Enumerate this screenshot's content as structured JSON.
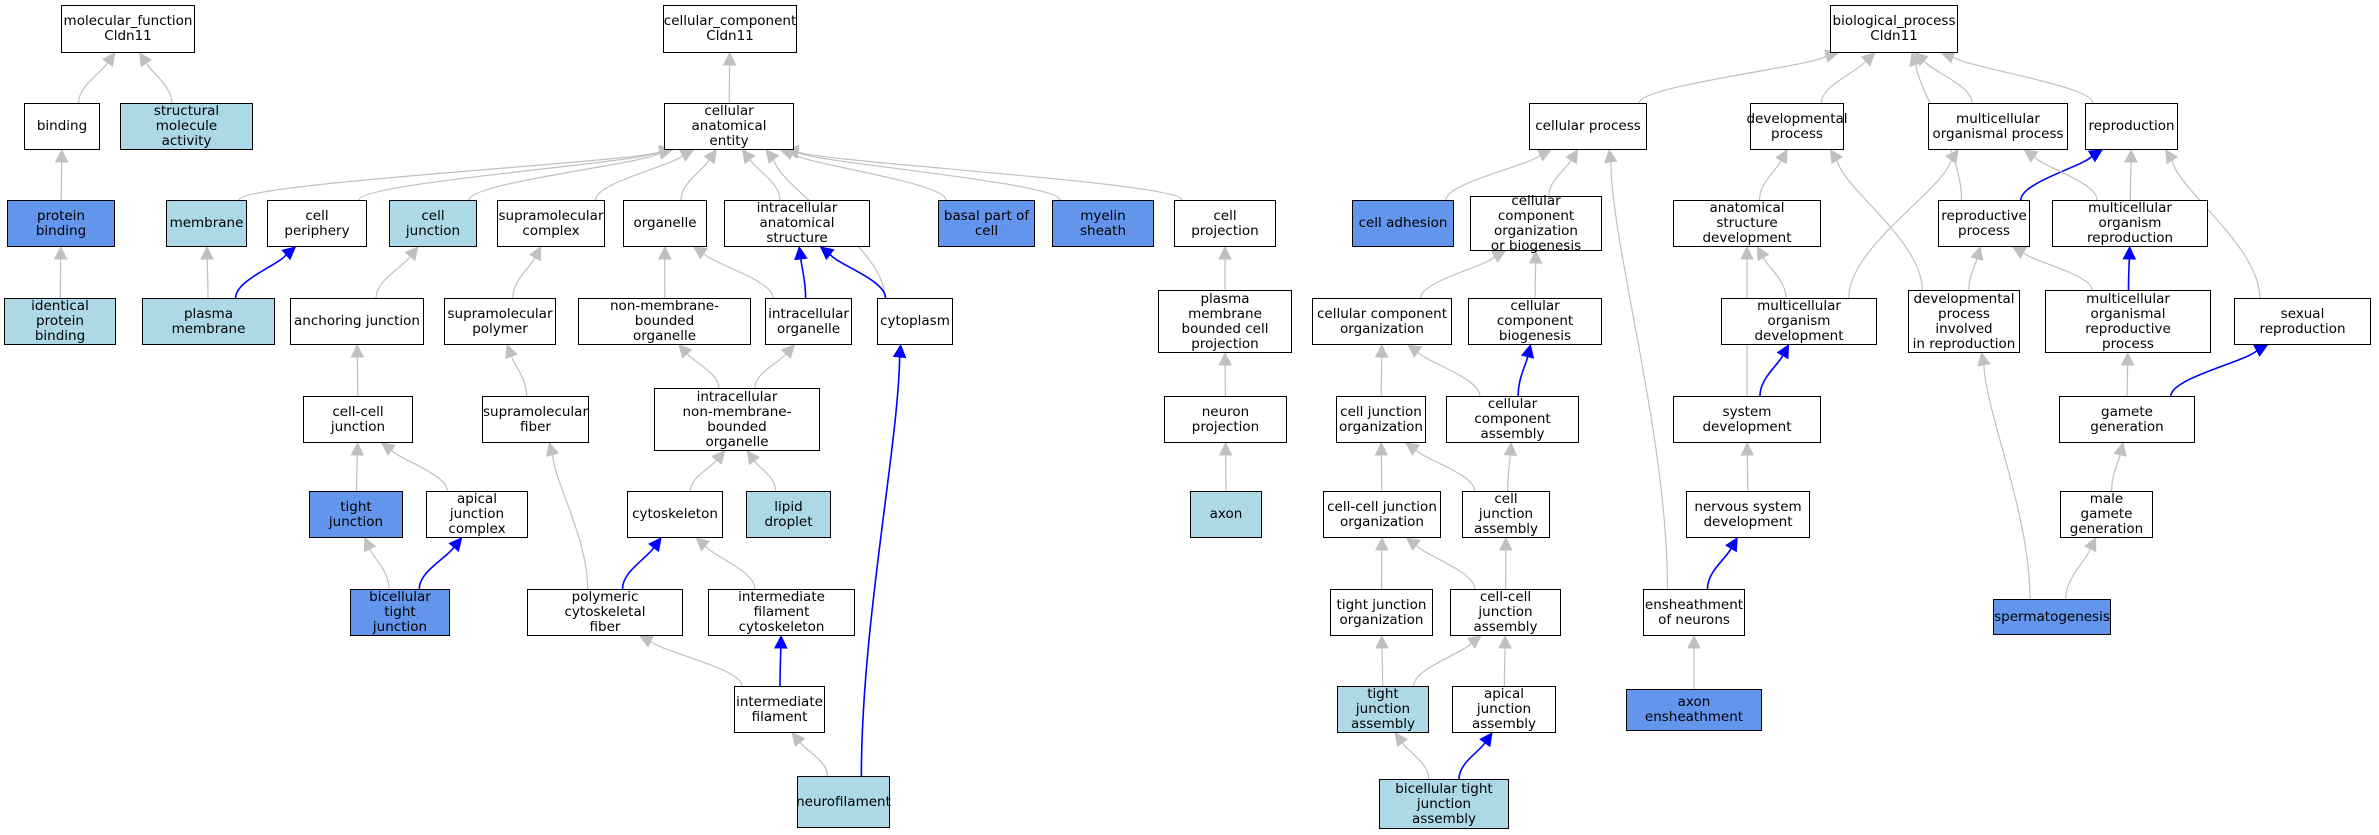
{
  "colors": {
    "background": "#ffffff",
    "node_border": "#000000",
    "fill_white": "#ffffff",
    "fill_light": "#add8e6",
    "fill_medium": "#6495ed",
    "edge_gray": "#c0c0c0",
    "edge_blue": "#0000ff"
  },
  "nodes": {
    "mf_root": {
      "label": "molecular_function\nCldn11",
      "fill": "white"
    },
    "binding": {
      "label": "binding",
      "fill": "white"
    },
    "structural_molecule_activity": {
      "label": "structural molecule\nactivity",
      "fill": "light"
    },
    "protein_binding": {
      "label": "protein binding",
      "fill": "medium"
    },
    "identical_protein_binding": {
      "label": "identical protein\nbinding",
      "fill": "light"
    },
    "cc_root": {
      "label": "cellular_component\nCldn11",
      "fill": "white"
    },
    "cellular_anatomical_entity": {
      "label": "cellular anatomical\nentity",
      "fill": "white"
    },
    "membrane": {
      "label": "membrane",
      "fill": "light"
    },
    "cell_periphery": {
      "label": "cell periphery",
      "fill": "white"
    },
    "cell_junction": {
      "label": "cell junction",
      "fill": "light"
    },
    "supramolecular_complex": {
      "label": "supramolecular\ncomplex",
      "fill": "white"
    },
    "organelle": {
      "label": "organelle",
      "fill": "white"
    },
    "intracellular_anatomical_structure": {
      "label": "intracellular\nanatomical structure",
      "fill": "white"
    },
    "basal_part_of_cell": {
      "label": "basal part of\ncell",
      "fill": "medium"
    },
    "myelin_sheath": {
      "label": "myelin sheath",
      "fill": "medium"
    },
    "cell_projection": {
      "label": "cell projection",
      "fill": "white"
    },
    "plasma_membrane": {
      "label": "plasma membrane",
      "fill": "light"
    },
    "anchoring_junction": {
      "label": "anchoring junction",
      "fill": "white"
    },
    "supramolecular_polymer": {
      "label": "supramolecular\npolymer",
      "fill": "white"
    },
    "non_membrane_bounded_organelle": {
      "label": "non-membrane-bounded\norganelle",
      "fill": "white"
    },
    "intracellular_organelle": {
      "label": "intracellular\norganelle",
      "fill": "white"
    },
    "cytoplasm": {
      "label": "cytoplasm",
      "fill": "white"
    },
    "plasma_membrane_bounded_cell_projection": {
      "label": "plasma membrane\nbounded cell\nprojection",
      "fill": "white"
    },
    "cell_cell_junction": {
      "label": "cell-cell junction",
      "fill": "white"
    },
    "supramolecular_fiber": {
      "label": "supramolecular\nfiber",
      "fill": "white"
    },
    "intracellular_nmb_organelle": {
      "label": "intracellular\nnon-membrane-bounded\norganelle",
      "fill": "white"
    },
    "neuron_projection": {
      "label": "neuron projection",
      "fill": "white"
    },
    "tight_junction": {
      "label": "tight junction",
      "fill": "medium"
    },
    "apical_junction_complex": {
      "label": "apical junction\ncomplex",
      "fill": "white"
    },
    "cytoskeleton": {
      "label": "cytoskeleton",
      "fill": "white"
    },
    "lipid_droplet": {
      "label": "lipid droplet",
      "fill": "light"
    },
    "axon": {
      "label": "axon",
      "fill": "light"
    },
    "bicellular_tight_junction": {
      "label": "bicellular tight\njunction",
      "fill": "medium"
    },
    "polymeric_cytoskeletal_fiber": {
      "label": "polymeric cytoskeletal\nfiber",
      "fill": "white"
    },
    "intermediate_filament_cytoskeleton": {
      "label": "intermediate\nfilament cytoskeleton",
      "fill": "white"
    },
    "intermediate_filament": {
      "label": "intermediate\nfilament",
      "fill": "white"
    },
    "neurofilament": {
      "label": "neurofilament",
      "fill": "light"
    },
    "bp_root": {
      "label": "biological_process\nCldn11",
      "fill": "white"
    },
    "cellular_process": {
      "label": "cellular process",
      "fill": "white"
    },
    "developmental_process": {
      "label": "developmental\nprocess",
      "fill": "white"
    },
    "multicellular_organismal_process": {
      "label": "multicellular\norganismal process",
      "fill": "white"
    },
    "reproduction": {
      "label": "reproduction",
      "fill": "white"
    },
    "cell_adhesion": {
      "label": "cell adhesion",
      "fill": "medium"
    },
    "ccob": {
      "label": "cellular component\norganization\nor biogenesis",
      "fill": "white"
    },
    "anatomical_structure_development": {
      "label": "anatomical structure\ndevelopment",
      "fill": "white"
    },
    "reproductive_process": {
      "label": "reproductive\nprocess",
      "fill": "white"
    },
    "multicellular_organism_reproduction": {
      "label": "multicellular\norganism reproduction",
      "fill": "white"
    },
    "cellular_component_organization": {
      "label": "cellular component\norganization",
      "fill": "white"
    },
    "cellular_component_biogenesis": {
      "label": "cellular component\nbiogenesis",
      "fill": "white"
    },
    "multicellular_organism_development": {
      "label": "multicellular\norganism development",
      "fill": "white"
    },
    "developmental_process_in_reproduction": {
      "label": "developmental\nprocess involved\nin reproduction",
      "fill": "white"
    },
    "multicellular_organismal_reproductive_process": {
      "label": "multicellular\norganismal reproductive\nprocess",
      "fill": "white"
    },
    "sexual_reproduction": {
      "label": "sexual reproduction",
      "fill": "white"
    },
    "cell_junction_organization": {
      "label": "cell junction\norganization",
      "fill": "white"
    },
    "cellular_component_assembly": {
      "label": "cellular component\nassembly",
      "fill": "white"
    },
    "system_development": {
      "label": "system development",
      "fill": "white"
    },
    "gamete_generation": {
      "label": "gamete generation",
      "fill": "white"
    },
    "cell_cell_junction_organization": {
      "label": "cell-cell junction\norganization",
      "fill": "white"
    },
    "cell_junction_assembly": {
      "label": "cell junction\nassembly",
      "fill": "white"
    },
    "nervous_system_development": {
      "label": "nervous system\ndevelopment",
      "fill": "white"
    },
    "male_gamete_generation": {
      "label": "male gamete\ngeneration",
      "fill": "white"
    },
    "tight_junction_organization": {
      "label": "tight junction\norganization",
      "fill": "white"
    },
    "cell_cell_junction_assembly": {
      "label": "cell-cell junction\nassembly",
      "fill": "white"
    },
    "ensheathment_of_neurons": {
      "label": "ensheathment\nof neurons",
      "fill": "white"
    },
    "spermatogenesis": {
      "label": "spermatogenesis",
      "fill": "medium"
    },
    "tight_junction_assembly": {
      "label": "tight junction\nassembly",
      "fill": "light"
    },
    "apical_junction_assembly": {
      "label": "apical junction\nassembly",
      "fill": "white"
    },
    "axon_ensheathment": {
      "label": "axon ensheathment",
      "fill": "medium"
    },
    "bicellular_tight_junction_assembly": {
      "label": "bicellular tight\njunction assembly",
      "fill": "light"
    }
  },
  "edges": [
    {
      "from": "binding",
      "to": "mf_root",
      "color": "gray"
    },
    {
      "from": "structural_molecule_activity",
      "to": "mf_root",
      "color": "gray"
    },
    {
      "from": "protein_binding",
      "to": "binding",
      "color": "gray"
    },
    {
      "from": "identical_protein_binding",
      "to": "protein_binding",
      "color": "gray"
    },
    {
      "from": "cellular_anatomical_entity",
      "to": "cc_root",
      "color": "gray"
    },
    {
      "from": "membrane",
      "to": "cellular_anatomical_entity",
      "color": "gray"
    },
    {
      "from": "cell_periphery",
      "to": "cellular_anatomical_entity",
      "color": "gray"
    },
    {
      "from": "cell_junction",
      "to": "cellular_anatomical_entity",
      "color": "gray"
    },
    {
      "from": "supramolecular_complex",
      "to": "cellular_anatomical_entity",
      "color": "gray"
    },
    {
      "from": "organelle",
      "to": "cellular_anatomical_entity",
      "color": "gray"
    },
    {
      "from": "intracellular_anatomical_structure",
      "to": "cellular_anatomical_entity",
      "color": "gray"
    },
    {
      "from": "basal_part_of_cell",
      "to": "cellular_anatomical_entity",
      "color": "gray"
    },
    {
      "from": "myelin_sheath",
      "to": "cellular_anatomical_entity",
      "color": "gray"
    },
    {
      "from": "cell_projection",
      "to": "cellular_anatomical_entity",
      "color": "gray"
    },
    {
      "from": "cytoplasm",
      "to": "cellular_anatomical_entity",
      "color": "gray"
    },
    {
      "from": "plasma_membrane",
      "to": "membrane",
      "color": "gray"
    },
    {
      "from": "plasma_membrane",
      "to": "cell_periphery",
      "color": "blue"
    },
    {
      "from": "anchoring_junction",
      "to": "cell_junction",
      "color": "gray"
    },
    {
      "from": "supramolecular_polymer",
      "to": "supramolecular_complex",
      "color": "gray"
    },
    {
      "from": "non_membrane_bounded_organelle",
      "to": "organelle",
      "color": "gray"
    },
    {
      "from": "intracellular_organelle",
      "to": "organelle",
      "color": "gray"
    },
    {
      "from": "intracellular_organelle",
      "to": "intracellular_anatomical_structure",
      "color": "blue"
    },
    {
      "from": "cytoplasm",
      "to": "intracellular_anatomical_structure",
      "color": "blue"
    },
    {
      "from": "plasma_membrane_bounded_cell_projection",
      "to": "cell_projection",
      "color": "gray"
    },
    {
      "from": "cell_cell_junction",
      "to": "anchoring_junction",
      "color": "gray"
    },
    {
      "from": "supramolecular_fiber",
      "to": "supramolecular_polymer",
      "color": "gray"
    },
    {
      "from": "intracellular_nmb_organelle",
      "to": "non_membrane_bounded_organelle",
      "color": "gray"
    },
    {
      "from": "intracellular_nmb_organelle",
      "to": "intracellular_organelle",
      "color": "gray"
    },
    {
      "from": "neuron_projection",
      "to": "plasma_membrane_bounded_cell_projection",
      "color": "gray"
    },
    {
      "from": "tight_junction",
      "to": "cell_cell_junction",
      "color": "gray"
    },
    {
      "from": "apical_junction_complex",
      "to": "cell_cell_junction",
      "color": "gray"
    },
    {
      "from": "cytoskeleton",
      "to": "intracellular_nmb_organelle",
      "color": "gray"
    },
    {
      "from": "lipid_droplet",
      "to": "intracellular_nmb_organelle",
      "color": "gray"
    },
    {
      "from": "axon",
      "to": "neuron_projection",
      "color": "gray"
    },
    {
      "from": "bicellular_tight_junction",
      "to": "tight_junction",
      "color": "gray"
    },
    {
      "from": "bicellular_tight_junction",
      "to": "apical_junction_complex",
      "color": "blue"
    },
    {
      "from": "polymeric_cytoskeletal_fiber",
      "to": "supramolecular_fiber",
      "color": "gray"
    },
    {
      "from": "polymeric_cytoskeletal_fiber",
      "to": "cytoskeleton",
      "color": "blue"
    },
    {
      "from": "intermediate_filament_cytoskeleton",
      "to": "cytoskeleton",
      "color": "gray"
    },
    {
      "from": "intermediate_filament",
      "to": "polymeric_cytoskeletal_fiber",
      "color": "gray"
    },
    {
      "from": "intermediate_filament",
      "to": "intermediate_filament_cytoskeleton",
      "color": "blue"
    },
    {
      "from": "neurofilament",
      "to": "intermediate_filament",
      "color": "gray"
    },
    {
      "from": "neurofilament",
      "to": "cytoplasm",
      "color": "blue"
    },
    {
      "from": "cellular_process",
      "to": "bp_root",
      "color": "gray"
    },
    {
      "from": "developmental_process",
      "to": "bp_root",
      "color": "gray"
    },
    {
      "from": "multicellular_organismal_process",
      "to": "bp_root",
      "color": "gray"
    },
    {
      "from": "reproduction",
      "to": "bp_root",
      "color": "gray"
    },
    {
      "from": "reproductive_process",
      "to": "bp_root",
      "color": "gray"
    },
    {
      "from": "cell_adhesion",
      "to": "cellular_process",
      "color": "gray"
    },
    {
      "from": "ccob",
      "to": "cellular_process",
      "color": "gray"
    },
    {
      "from": "ensheathment_of_neurons",
      "to": "cellular_process",
      "color": "gray"
    },
    {
      "from": "anatomical_structure_development",
      "to": "developmental_process",
      "color": "gray"
    },
    {
      "from": "developmental_process_in_reproduction",
      "to": "developmental_process",
      "color": "gray"
    },
    {
      "from": "reproductive_process",
      "to": "reproduction",
      "color": "blue"
    },
    {
      "from": "multicellular_organism_reproduction",
      "to": "reproduction",
      "color": "gray"
    },
    {
      "from": "multicellular_organism_reproduction",
      "to": "multicellular_organismal_process",
      "color": "gray"
    },
    {
      "from": "sexual_reproduction",
      "to": "reproduction",
      "color": "gray"
    },
    {
      "from": "multicellular_organism_development",
      "to": "multicellular_organismal_process",
      "color": "gray"
    },
    {
      "from": "multicellular_organism_development",
      "to": "anatomical_structure_development",
      "color": "gray"
    },
    {
      "from": "developmental_process_in_reproduction",
      "to": "reproductive_process",
      "color": "gray"
    },
    {
      "from": "multicellular_organismal_reproductive_process",
      "to": "reproductive_process",
      "color": "gray"
    },
    {
      "from": "multicellular_organismal_reproductive_process",
      "to": "multicellular_organism_reproduction",
      "color": "blue"
    },
    {
      "from": "cellular_component_organization",
      "to": "ccob",
      "color": "gray"
    },
    {
      "from": "cellular_component_biogenesis",
      "to": "ccob",
      "color": "gray"
    },
    {
      "from": "cellular_component_assembly",
      "to": "cellular_component_organization",
      "color": "gray"
    },
    {
      "from": "cellular_component_assembly",
      "to": "cellular_component_biogenesis",
      "color": "blue"
    },
    {
      "from": "cell_junction_organization",
      "to": "cellular_component_organization",
      "color": "gray"
    },
    {
      "from": "system_development",
      "to": "multicellular_organism_development",
      "color": "blue"
    },
    {
      "from": "system_development",
      "to": "anatomical_structure_development",
      "color": "gray"
    },
    {
      "from": "gamete_generation",
      "to": "multicellular_organismal_reproductive_process",
      "color": "gray"
    },
    {
      "from": "gamete_generation",
      "to": "sexual_reproduction",
      "color": "blue"
    },
    {
      "from": "cell_cell_junction_organization",
      "to": "cell_junction_organization",
      "color": "gray"
    },
    {
      "from": "cell_junction_assembly",
      "to": "cell_junction_organization",
      "color": "gray"
    },
    {
      "from": "cell_junction_assembly",
      "to": "cellular_component_assembly",
      "color": "gray"
    },
    {
      "from": "nervous_system_development",
      "to": "system_development",
      "color": "gray"
    },
    {
      "from": "male_gamete_generation",
      "to": "gamete_generation",
      "color": "gray"
    },
    {
      "from": "tight_junction_organization",
      "to": "cell_cell_junction_organization",
      "color": "gray"
    },
    {
      "from": "cell_cell_junction_assembly",
      "to": "cell_cell_junction_organization",
      "color": "gray"
    },
    {
      "from": "cell_cell_junction_assembly",
      "to": "cell_junction_assembly",
      "color": "gray"
    },
    {
      "from": "ensheathment_of_neurons",
      "to": "nervous_system_development",
      "color": "blue"
    },
    {
      "from": "spermatogenesis",
      "to": "male_gamete_generation",
      "color": "gray"
    },
    {
      "from": "spermatogenesis",
      "to": "developmental_process_in_reproduction",
      "color": "gray"
    },
    {
      "from": "tight_junction_assembly",
      "to": "tight_junction_organization",
      "color": "gray"
    },
    {
      "from": "tight_junction_assembly",
      "to": "cell_cell_junction_assembly",
      "color": "gray"
    },
    {
      "from": "apical_junction_assembly",
      "to": "cell_cell_junction_assembly",
      "color": "gray"
    },
    {
      "from": "axon_ensheathment",
      "to": "ensheathment_of_neurons",
      "color": "gray"
    },
    {
      "from": "bicellular_tight_junction_assembly",
      "to": "tight_junction_assembly",
      "color": "gray"
    },
    {
      "from": "bicellular_tight_junction_assembly",
      "to": "apical_junction_assembly",
      "color": "blue"
    }
  ]
}
